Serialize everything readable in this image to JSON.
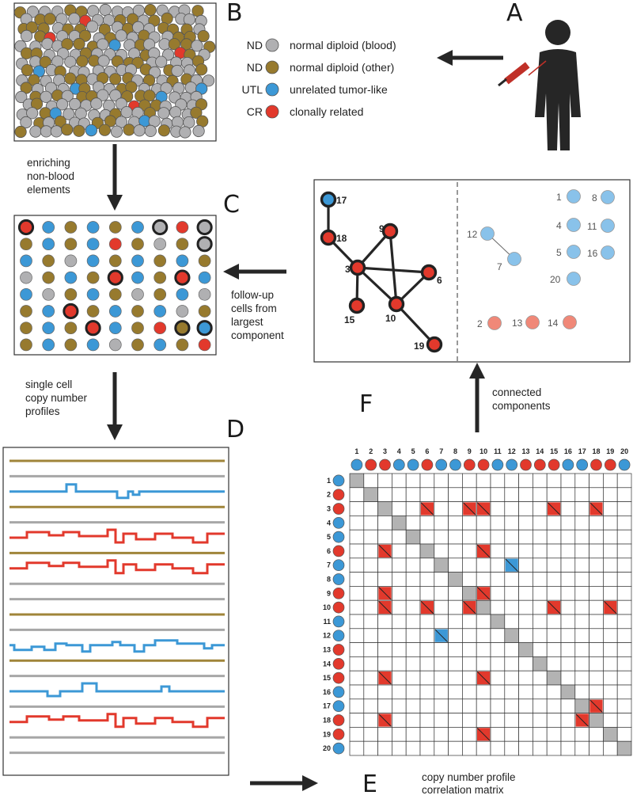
{
  "colors": {
    "blood": "#b0b0b2",
    "other": "#977a2e",
    "utl": "#3c98d6",
    "cr": "#e2392c",
    "utl_light": "#89c2ea",
    "cr_light": "#f08878",
    "diag": "#b3b3b3",
    "ink": "#222222"
  },
  "panels": {
    "A": "A",
    "B": "B",
    "C": "C",
    "D": "D",
    "E": "E",
    "F": "F"
  },
  "legend": [
    {
      "code": "ND",
      "color": "blood",
      "text": "normal diploid (blood)"
    },
    {
      "code": "ND",
      "color": "other",
      "text": "normal diploid (other)"
    },
    {
      "code": "UTL",
      "color": "utl",
      "text": "unrelated tumor-like"
    },
    {
      "code": "CR",
      "color": "cr",
      "text": "clonally related"
    }
  ],
  "steps": {
    "enrich": [
      "enriching",
      "non-blood",
      "elements"
    ],
    "followup": [
      "follow-up",
      "cells from",
      "largest",
      "component"
    ],
    "singlecell": [
      "single cell",
      "copy number",
      "profiles"
    ],
    "connected": [
      "connected",
      "components"
    ],
    "matrix_caption": [
      "copy number profile",
      "correlation matrix"
    ]
  },
  "graph": {
    "nodes": [
      {
        "id": "17",
        "type": "utl",
        "ring": true
      },
      {
        "id": "18",
        "type": "cr",
        "ring": true
      },
      {
        "id": "9",
        "type": "cr",
        "ring": true
      },
      {
        "id": "3",
        "type": "cr",
        "ring": true
      },
      {
        "id": "6",
        "type": "cr",
        "ring": true
      },
      {
        "id": "15",
        "type": "cr",
        "ring": true
      },
      {
        "id": "10",
        "type": "cr",
        "ring": true
      },
      {
        "id": "19",
        "type": "cr",
        "ring": true
      }
    ],
    "edges": [
      [
        "17",
        "18"
      ],
      [
        "18",
        "3"
      ],
      [
        "3",
        "9"
      ],
      [
        "3",
        "6"
      ],
      [
        "3",
        "10"
      ],
      [
        "3",
        "15"
      ],
      [
        "9",
        "10"
      ],
      [
        "6",
        "10"
      ],
      [
        "10",
        "19"
      ]
    ],
    "side_nodes": [
      {
        "id": "12",
        "type": "utl_light"
      },
      {
        "id": "7",
        "type": "utl_light"
      },
      {
        "id": "1",
        "type": "utl_light"
      },
      {
        "id": "8",
        "type": "utl_light"
      },
      {
        "id": "4",
        "type": "utl_light"
      },
      {
        "id": "11",
        "type": "utl_light"
      },
      {
        "id": "5",
        "type": "utl_light"
      },
      {
        "id": "16",
        "type": "utl_light"
      },
      {
        "id": "20",
        "type": "utl_light"
      },
      {
        "id": "2",
        "type": "cr_light"
      },
      {
        "id": "13",
        "type": "cr_light"
      },
      {
        "id": "14",
        "type": "cr_light"
      }
    ],
    "side_edges": [
      [
        "12",
        "7"
      ]
    ]
  },
  "matrix": {
    "labels": [
      "1",
      "2",
      "3",
      "4",
      "5",
      "6",
      "7",
      "8",
      "9",
      "10",
      "11",
      "12",
      "13",
      "14",
      "15",
      "16",
      "17",
      "18",
      "19",
      "20"
    ],
    "types": [
      "utl",
      "cr",
      "cr",
      "utl",
      "utl",
      "cr",
      "utl",
      "utl",
      "cr",
      "cr",
      "utl",
      "utl",
      "cr",
      "cr",
      "cr",
      "utl",
      "utl",
      "cr",
      "cr",
      "utl"
    ],
    "pairs": [
      [
        3,
        6
      ],
      [
        3,
        9
      ],
      [
        3,
        10
      ],
      [
        3,
        15
      ],
      [
        3,
        18
      ],
      [
        6,
        10
      ],
      [
        7,
        12
      ],
      [
        9,
        10
      ],
      [
        10,
        15
      ],
      [
        10,
        19
      ],
      [
        17,
        18
      ]
    ]
  }
}
